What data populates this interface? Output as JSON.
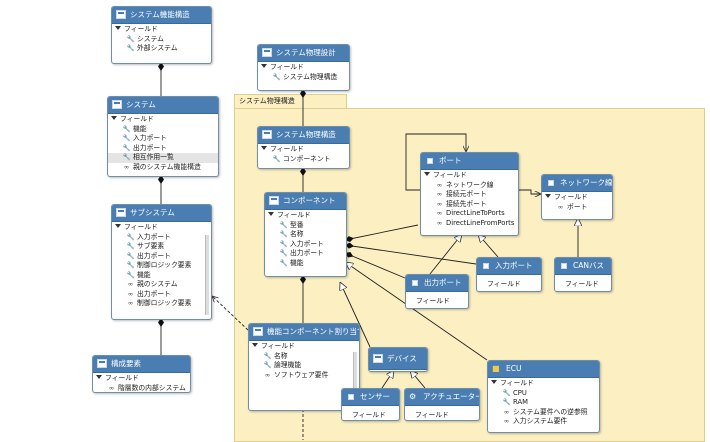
{
  "field_label": "フィールド",
  "package": {
    "label": "システム物理構造"
  },
  "classes": {
    "sys_func": {
      "title": "システム機能構造",
      "fields": [
        "システム",
        "外部システム"
      ]
    },
    "sys": {
      "title": "システム",
      "fields": [
        "機能",
        "入力ポート",
        "出力ポート",
        "相互作用一覧",
        "親のシステム機能構造"
      ]
    },
    "subsys": {
      "title": "サブシステム",
      "fields": [
        "入力ポート",
        "サブ要素",
        "出力ポート",
        "制御ロジック要素",
        "機能",
        "親のシステム",
        "出力ポート",
        "制御ロジック要素"
      ]
    },
    "comp_elem": {
      "title": "構成要素",
      "fields": [
        "階層数の内部システム"
      ]
    },
    "phys_design": {
      "title": "システム物理設計",
      "fields": [
        "システム物理構造"
      ]
    },
    "phys_struct": {
      "title": "システム物理構造",
      "fields": [
        "コンポーネント"
      ]
    },
    "component": {
      "title": "コンポーネント",
      "fields": [
        "型番",
        "名称",
        "入力ポート",
        "出力ポート",
        "機能"
      ]
    },
    "func_alloc": {
      "title": "機能コンポーネント割り当て",
      "fields": [
        "名称",
        "論理機能",
        "ソフトウェア要件"
      ]
    },
    "port": {
      "title": "ポート",
      "fields": [
        "ネットワーク線",
        "接続元ポート",
        "接続先ポート",
        "DirectLineToPorts",
        "DirectLineFromPorts"
      ]
    },
    "netline": {
      "title": "ネットワーク線",
      "fields": [
        "ポート"
      ]
    },
    "outport": {
      "title": "出力ポート"
    },
    "inport": {
      "title": "入力ポート"
    },
    "canbus": {
      "title": "CANバス"
    },
    "device": {
      "title": "デバイス"
    },
    "sensor": {
      "title": "センサー"
    },
    "actuator": {
      "title": "アクチュエーター"
    },
    "ecu": {
      "title": "ECU",
      "fields": [
        "CPU",
        "RAM",
        "システム要件への逆参照",
        "入力システム要件"
      ]
    }
  },
  "icons": {
    "section_toggle": "triangle-down-icon",
    "property": "wrench-icon",
    "reference": "link-icon",
    "class_header": "class-icon",
    "ecu_header": "folder-icon",
    "actuator_header": "gear-icon"
  },
  "colors": {
    "header": "#4a7eb2",
    "package_fill": "#fcf0c2",
    "line": "#222222"
  }
}
